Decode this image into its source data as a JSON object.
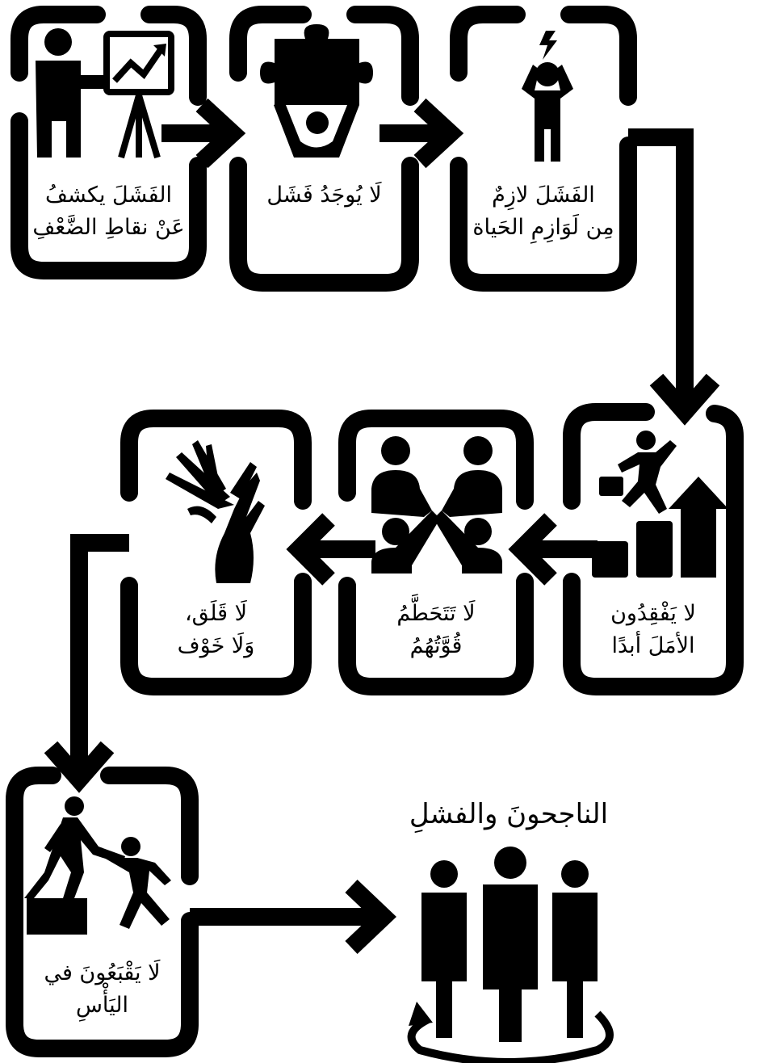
{
  "title": "الناجحونَ والفشلِ",
  "steps": [
    {
      "line1": "الفَشَلَ يكشفُ",
      "line2": "عَنْ نقاطِ الضَّعْفِ",
      "icon": "presenter-chart-icon"
    },
    {
      "line1": "لَا يُوجَدُ فَشَل",
      "line2": "",
      "icon": "puzzle-piece-person-icon"
    },
    {
      "line1": "الفَشَلَ لازِمٌ",
      "line2": "مِن لَوَازِمِ الحَياة",
      "icon": "stressed-person-icon"
    },
    {
      "line1": "لا يَفْقِدُون",
      "line2": "الأمَلَ أبدًا",
      "icon": "climbing-growth-steps-icon"
    },
    {
      "line1": "لَا تَتَحَطَّمُ",
      "line2": "قُوَّتُهُمُ",
      "icon": "four-people-icon"
    },
    {
      "line1": "لَا قَلَق،",
      "line2": "وَلَا خَوْف",
      "icon": "helping-hands-icon"
    },
    {
      "line1": "لَا يَقْبَعُونَ في",
      "line2": "اليَأْسِ",
      "icon": "helping-climb-icon"
    }
  ],
  "goal_icon": "three-businessmen-icon",
  "colors": {
    "ink": "#000000",
    "paper": "#ffffff"
  }
}
